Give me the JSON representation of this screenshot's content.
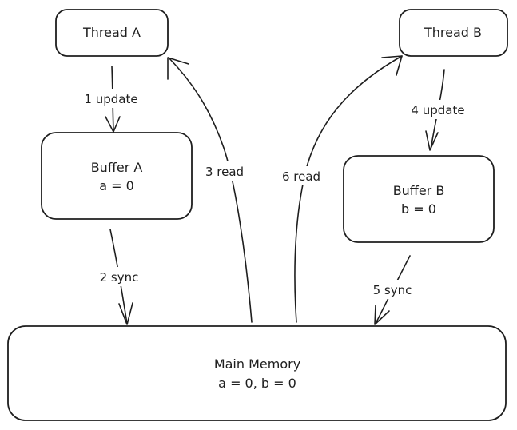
{
  "nodes": {
    "thread_a": {
      "lines": [
        "Thread A"
      ]
    },
    "thread_b": {
      "lines": [
        "Thread B"
      ]
    },
    "buffer_a": {
      "lines": [
        "Buffer A",
        "a = 0"
      ]
    },
    "buffer_b": {
      "lines": [
        "Buffer B",
        "b = 0"
      ]
    },
    "main_memory": {
      "lines": [
        "Main Memory",
        "a = 0, b = 0"
      ]
    }
  },
  "edges": {
    "e1": {
      "label": "1 update",
      "from": "thread_a",
      "to": "buffer_a"
    },
    "e2": {
      "label": "2 sync",
      "from": "buffer_a",
      "to": "main_memory"
    },
    "e3": {
      "label": "3 read",
      "from": "main_memory",
      "to": "thread_a"
    },
    "e4": {
      "label": "4 update",
      "from": "thread_b",
      "to": "buffer_b"
    },
    "e5": {
      "label": "5 sync",
      "from": "buffer_b",
      "to": "main_memory"
    },
    "e6": {
      "label": "6 read",
      "from": "main_memory",
      "to": "thread_b"
    }
  },
  "colors": {
    "stroke": "#1e1e1e",
    "background": "#ffffff"
  }
}
